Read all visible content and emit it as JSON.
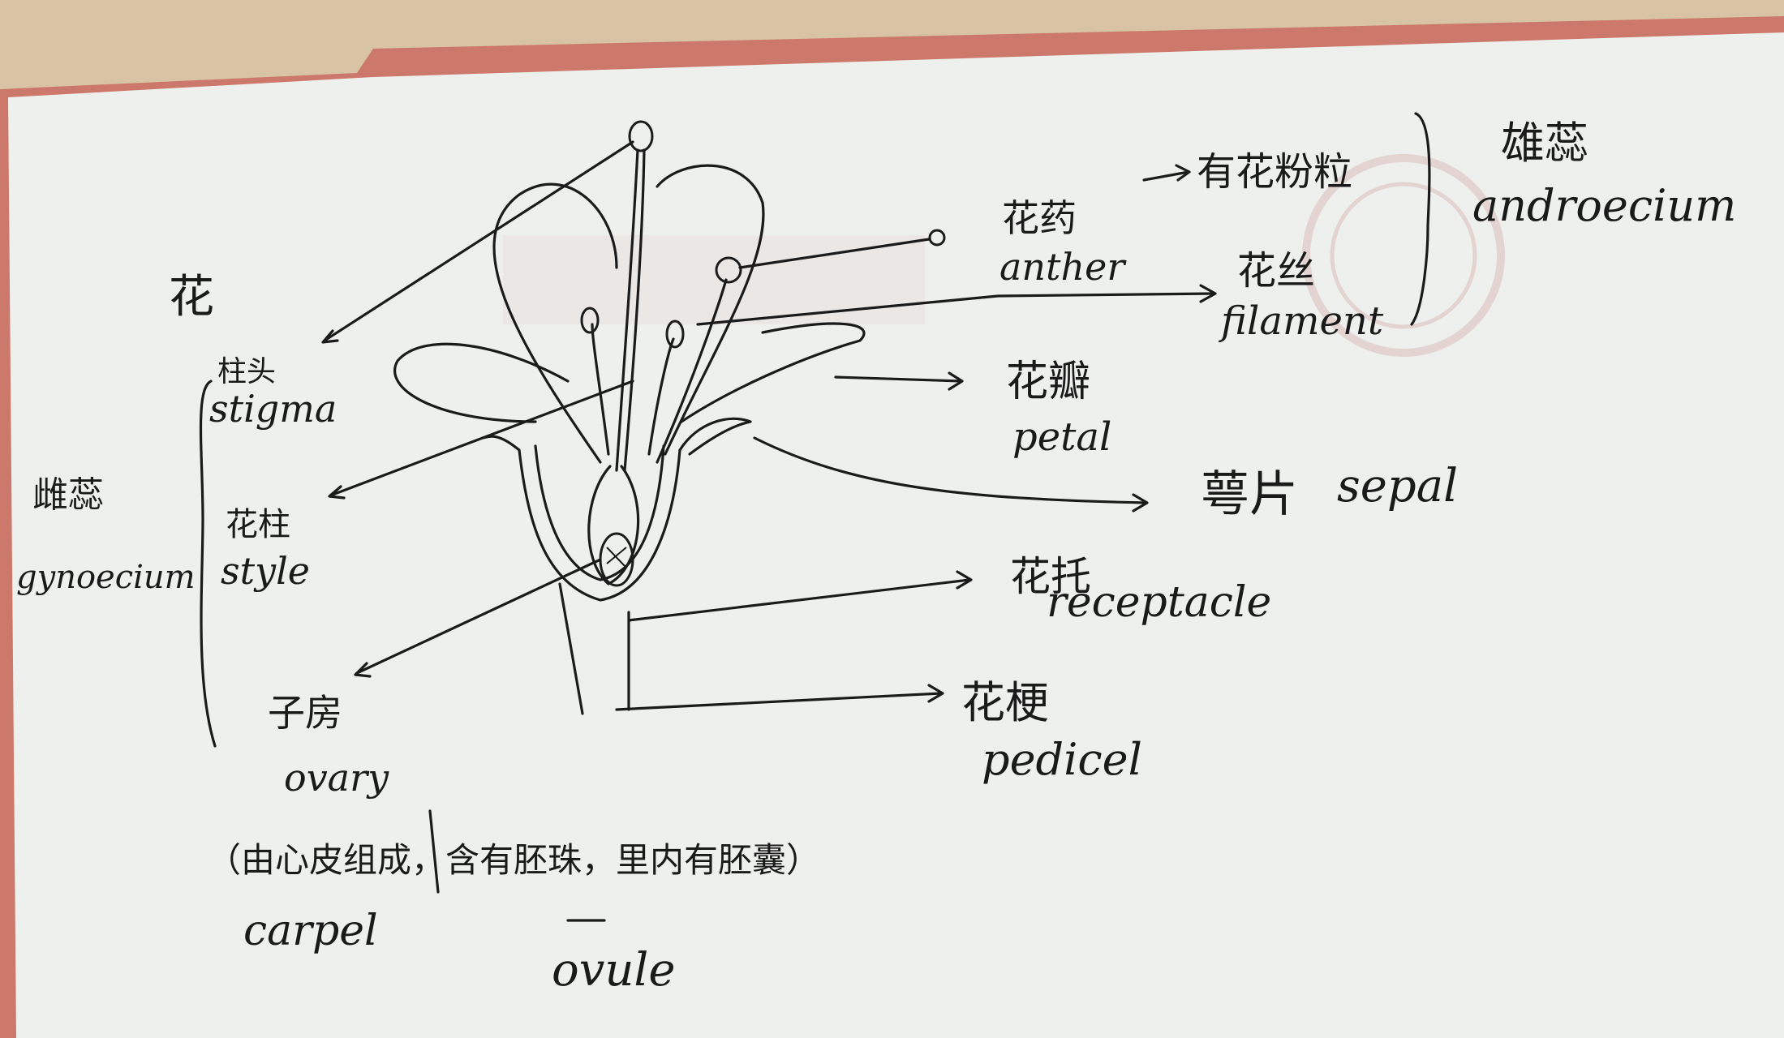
{
  "note": {
    "title": "花",
    "gynoecium": {
      "zh": "雌蕊",
      "en": "gynoecium"
    },
    "androecium": {
      "zh": "雄蕊",
      "en": "androecium"
    },
    "parts": {
      "stigma": {
        "zh": "柱头",
        "en": "stigma"
      },
      "style": {
        "zh": "花柱",
        "en": "style"
      },
      "ovary": {
        "zh": "子房",
        "en": "ovary"
      },
      "anther": {
        "zh": "花药",
        "en": "anther"
      },
      "pollen": {
        "zh": "有花粉粒"
      },
      "filament": {
        "zh": "花丝",
        "en": "filament"
      },
      "petal": {
        "zh": "花瓣",
        "en": "petal"
      },
      "sepal": {
        "zh": "萼片",
        "en": "sepal"
      },
      "receptacle": {
        "zh": "花托",
        "en": "receptacle"
      },
      "pedicel": {
        "zh": "花梗",
        "en": "pedicel"
      }
    },
    "carpel_note": "（由心皮组成，含有胚珠，里内有胚囊）",
    "carpel": "carpel",
    "ovule": "ovule"
  },
  "colors": {
    "paper": "#eef0ee",
    "ink": "#1b1b1b",
    "desk": "#d9c4a6",
    "stamp": "#c98a8a"
  }
}
